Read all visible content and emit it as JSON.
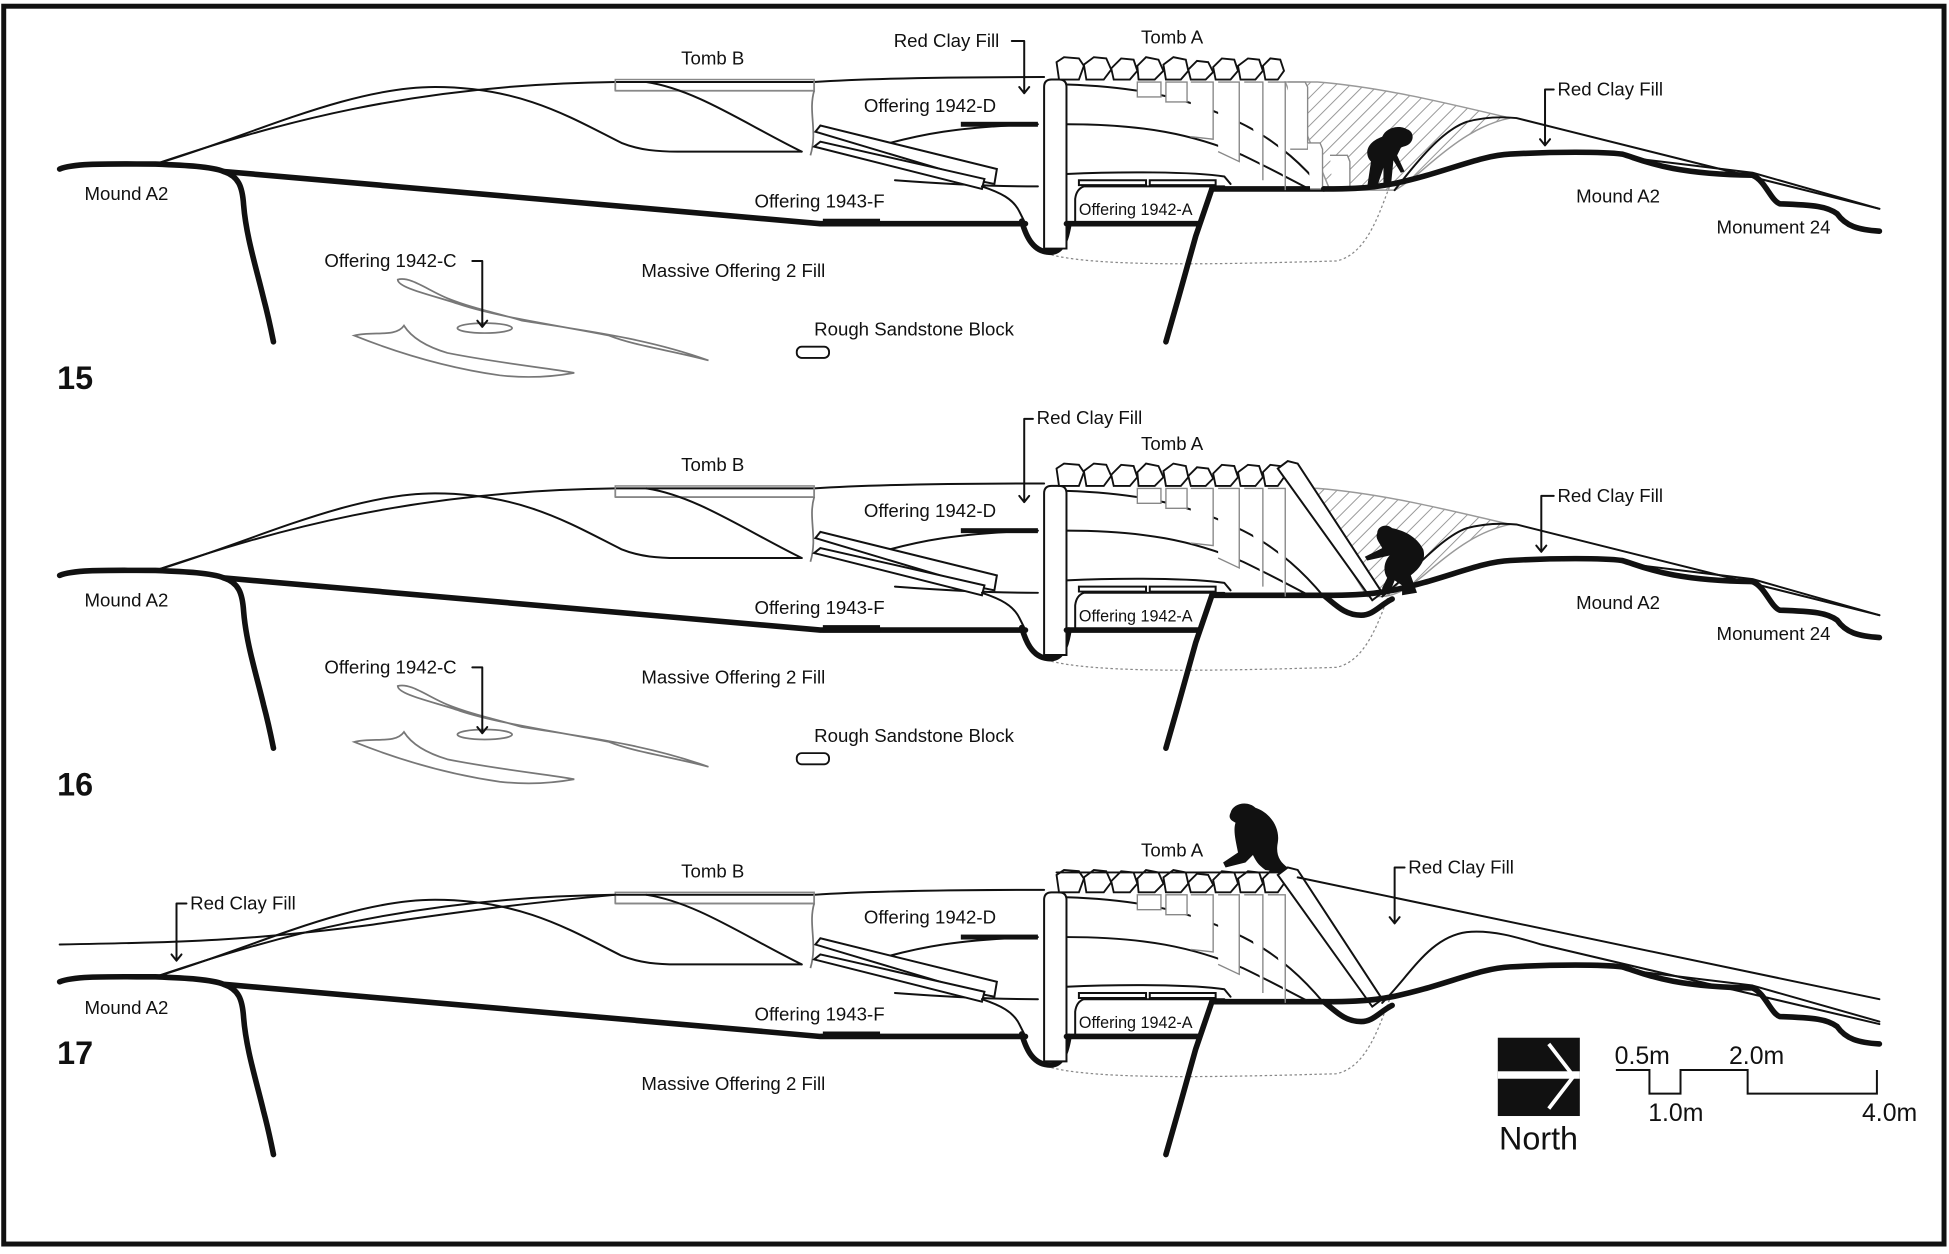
{
  "figure": {
    "sections": [
      {
        "number": "15",
        "labels": {
          "tomb_b": "Tomb B",
          "tomb_a": "Tomb A",
          "red_clay_fill_top": "Red Clay Fill",
          "red_clay_fill_right": "Red Clay Fill",
          "offering_1942_d": "Offering 1942-D",
          "offering_1943_f": "Offering 1943-F",
          "offering_1942_a": "Offering 1942-A",
          "offering_1942_c": "Offering 1942-C",
          "massive_offering_2_fill": "Massive Offering 2 Fill",
          "rough_sandstone_block": "Rough Sandstone Block",
          "mound_a2_left": "Mound A2",
          "mound_a2_right": "Mound A2",
          "monument_24": "Monument 24"
        }
      },
      {
        "number": "16",
        "labels": {
          "tomb_b": "Tomb B",
          "tomb_a": "Tomb A",
          "red_clay_fill_top": "Red Clay Fill",
          "red_clay_fill_right": "Red Clay Fill",
          "offering_1942_d": "Offering 1942-D",
          "offering_1943_f": "Offering 1943-F",
          "offering_1942_a": "Offering 1942-A",
          "offering_1942_c": "Offering 1942-C",
          "massive_offering_2_fill": "Massive Offering 2 Fill",
          "rough_sandstone_block": "Rough Sandstone Block",
          "mound_a2_left": "Mound A2",
          "mound_a2_right": "Mound A2",
          "monument_24": "Monument 24"
        }
      },
      {
        "number": "17",
        "labels": {
          "tomb_b": "Tomb B",
          "tomb_a": "Tomb A",
          "red_clay_fill_left": "Red Clay Fill",
          "red_clay_fill_right": "Red Clay Fill",
          "offering_1942_d": "Offering 1942-D",
          "offering_1943_f": "Offering 1943-F",
          "offering_1942_a": "Offering 1942-A",
          "massive_offering_2_fill": "Massive Offering 2 Fill",
          "mound_a2_left": "Mound A2"
        }
      }
    ],
    "north_arrow": {
      "label": "North",
      "icon": "arrow-right-icon"
    },
    "scale_bar": {
      "labels_top": [
        "0.5m",
        "2.0m"
      ],
      "labels_bottom": [
        "1.0m",
        "4.0m"
      ]
    }
  }
}
